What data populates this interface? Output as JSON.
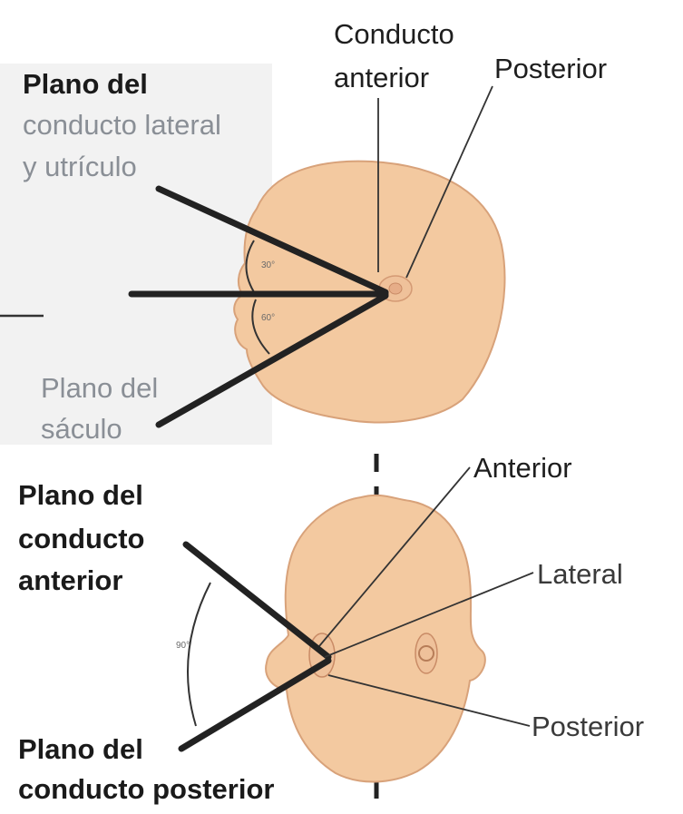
{
  "top_view": {
    "labels": {
      "canal_anterior_line1": "Conducto",
      "canal_anterior_line2": "anterior",
      "canal_posterior": "Posterior",
      "lateral_plane_line1": "Plano del",
      "lateral_plane_line2": "conducto lateral",
      "lateral_plane_line3": "y utrículo",
      "saccule_plane_line1": "Plano del",
      "saccule_plane_line2": "sáculo"
    },
    "angle_upper": "30°",
    "angle_lower": "60°"
  },
  "bottom_view": {
    "labels": {
      "anterior": "Anterior",
      "lateral": "Lateral",
      "posterior": "Posterior",
      "anterior_plane_line1": "Plano del",
      "anterior_plane_line2": "conducto",
      "anterior_plane_line3": "anterior",
      "posterior_plane_line1": "Plano del",
      "posterior_plane_line2": "conducto posterior"
    },
    "angle": "90°"
  },
  "colors": {
    "skin_fill": "#f3c9a0",
    "skin_outline": "#d8a27a",
    "thick_line": "#222222",
    "thin_line": "#333333",
    "gray_text": "#8a8f96"
  }
}
